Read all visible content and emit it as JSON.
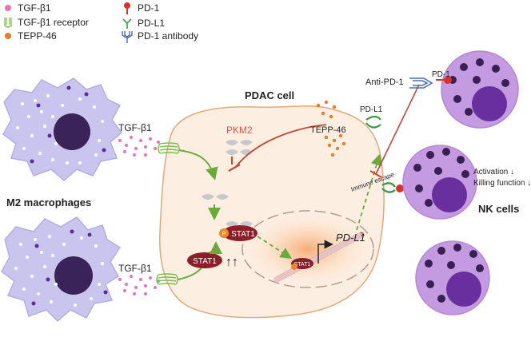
{
  "legend": [
    {
      "key": "tgf",
      "label": "TGF-β1"
    },
    {
      "key": "receptor",
      "label": "TGF-β1 receptor"
    },
    {
      "key": "tepp",
      "label": "TEPP-46"
    },
    {
      "key": "pd1",
      "label": "PD-1"
    },
    {
      "key": "pdl1",
      "label": "PD-L1"
    },
    {
      "key": "antibody",
      "label": "PD-1 antibody"
    }
  ],
  "labels": {
    "pdac_cell": "PDAC cell",
    "m2_macrophages": "M2 macrophages",
    "nk_cells": "NK cells",
    "tgf_top": "TGF-β1",
    "tgf_bottom": "TGF-β1",
    "pkm2": "PKM2",
    "tepp46": "TEPP-46",
    "pdl1_membrane": "PD-L1",
    "anti_pd1": "Anti-PD-1",
    "pd1_nk": "PD-1",
    "immune_escape": "Immune escape",
    "activation": "Activation ↓",
    "killing": "Killing function ↓",
    "stat1_p": "STAT1",
    "stat1": "STAT1",
    "stat1_nucleus": "STAT1",
    "phospho": "P",
    "up_arrows": "↑↑",
    "pdl1_gene": "PD-L1"
  },
  "colors": {
    "tgf": "#e874b8",
    "receptor": "#7cbf4f",
    "tepp": "#ef7a2a",
    "pd1": "#d9312b",
    "pdl1": "#3f9b48",
    "antibody": "#4a6fb3",
    "macrophage": "#c9c5ee",
    "macrophage_nucleus": "#3a2357",
    "nk": "#c49be0",
    "nk_nucleus": "#6a2f9e",
    "stat1": "#8c1e2a",
    "pkm2": "#e1574a",
    "cell_fill": "#fdeee2",
    "cell_stroke": "#e3a87a",
    "inhibit": "#c9453a"
  }
}
